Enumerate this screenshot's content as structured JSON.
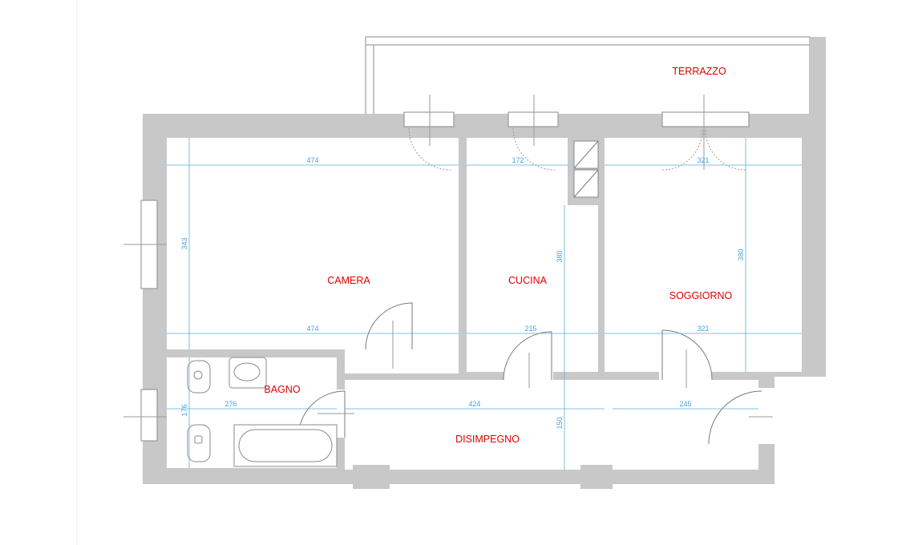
{
  "rooms": {
    "terrazzo": "TERRAZZO",
    "camera": "CAMERA",
    "cucina": "CUCINA",
    "soggiorno": "SOGGIORNO",
    "bagno": "BAGNO",
    "disimpegno": "DISIMPEGNO"
  },
  "dimensions": {
    "camera_width_top": "474",
    "camera_width_bottom": "474",
    "camera_height": "343",
    "cucina_width_top": "172",
    "cucina_width_bottom": "215",
    "cucina_height": "380",
    "soggiorno_width_top": "321",
    "soggiorno_width_bottom": "321",
    "soggiorno_height": "380",
    "bagno_width": "276",
    "bagno_height": "176",
    "disimpegno_width": "424",
    "disimpegno_height": "150",
    "entrance_width": "245"
  },
  "colors": {
    "wall": "#c8c8c8",
    "room_label": "#e00000",
    "dimension": "#4a9fd6"
  }
}
